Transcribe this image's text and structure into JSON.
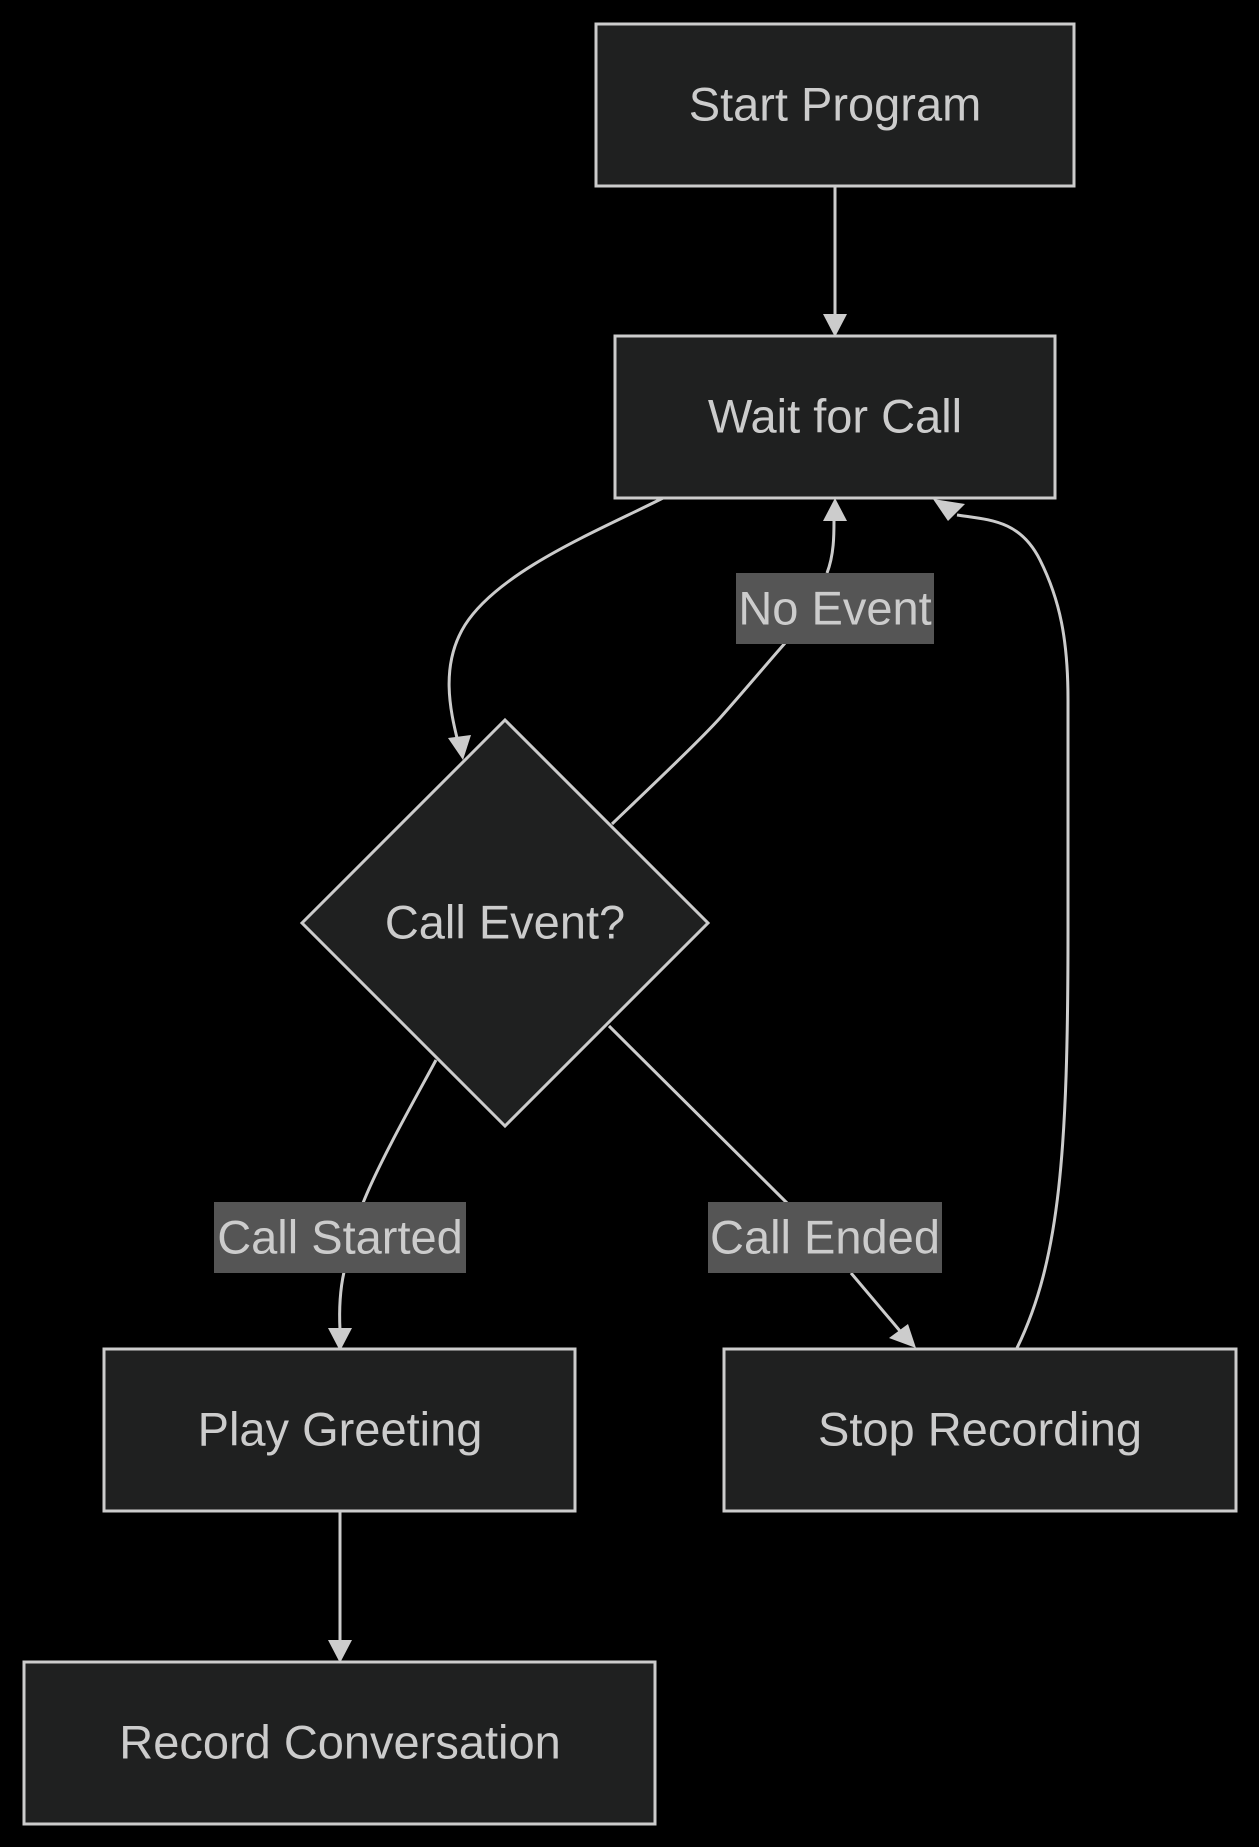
{
  "diagram": {
    "type": "flowchart",
    "colors": {
      "background": "#000000",
      "node_fill": "#1f2020",
      "stroke": "#cccccc",
      "text": "#cccccc",
      "edge_label_background": "#555555"
    },
    "nodes": {
      "start": {
        "label": "Start Program",
        "shape": "rectangle"
      },
      "wait": {
        "label": "Wait for Call",
        "shape": "rectangle"
      },
      "decision": {
        "label": "Call Event?",
        "shape": "diamond"
      },
      "greeting": {
        "label": "Play Greeting",
        "shape": "rectangle"
      },
      "stop": {
        "label": "Stop Recording",
        "shape": "rectangle"
      },
      "record": {
        "label": "Record Conversation",
        "shape": "rectangle"
      }
    },
    "edges": [
      {
        "from": "Start Program",
        "to": "Wait for Call",
        "label": ""
      },
      {
        "from": "Wait for Call",
        "to": "Call Event?",
        "label": ""
      },
      {
        "from": "Call Event?",
        "to": "Wait for Call",
        "label": "No Event"
      },
      {
        "from": "Call Event?",
        "to": "Play Greeting",
        "label": "Call Started"
      },
      {
        "from": "Call Event?",
        "to": "Stop Recording",
        "label": "Call Ended"
      },
      {
        "from": "Play Greeting",
        "to": "Record Conversation",
        "label": ""
      },
      {
        "from": "Stop Recording",
        "to": "Wait for Call",
        "label": ""
      }
    ],
    "edge_labels": {
      "no_event": "No Event",
      "call_started": "Call Started",
      "call_ended": "Call Ended"
    }
  }
}
